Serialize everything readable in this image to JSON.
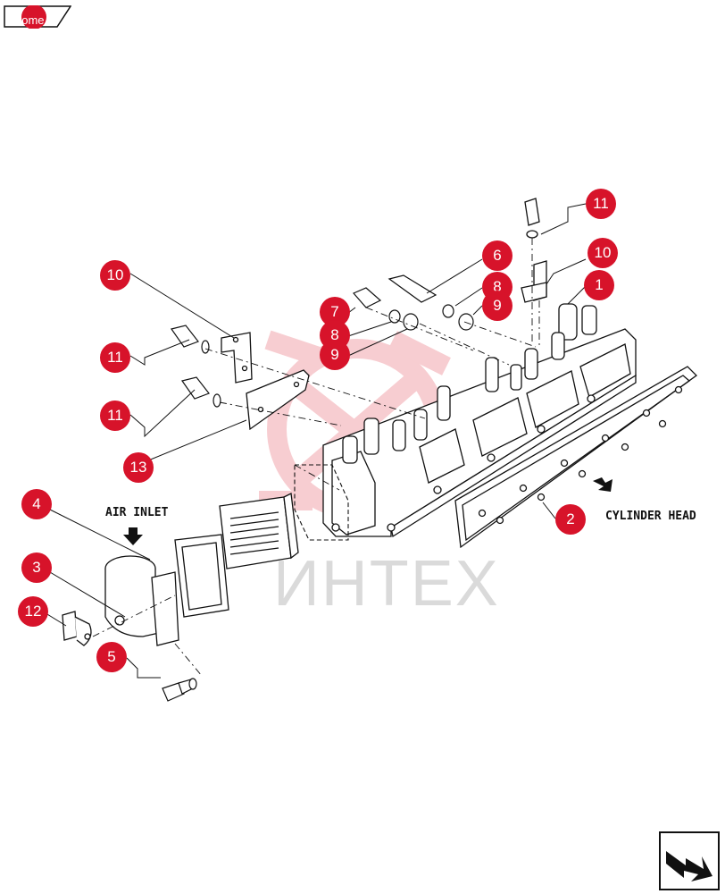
{
  "nav": {
    "home_label": "home"
  },
  "diagram": {
    "labels": {
      "air_inlet": "AIR INLET",
      "cylinder_head": "CYLINDER HEAD"
    },
    "watermark": "ИНТЕХ",
    "callouts": [
      "1",
      "2",
      "3",
      "4",
      "5",
      "6",
      "7",
      "8",
      "8",
      "9",
      "9",
      "10",
      "10",
      "11",
      "11",
      "11",
      "12",
      "13"
    ]
  },
  "colors": {
    "callout": "#d7132a",
    "line": "#111111",
    "watermark": "#e6505c"
  }
}
